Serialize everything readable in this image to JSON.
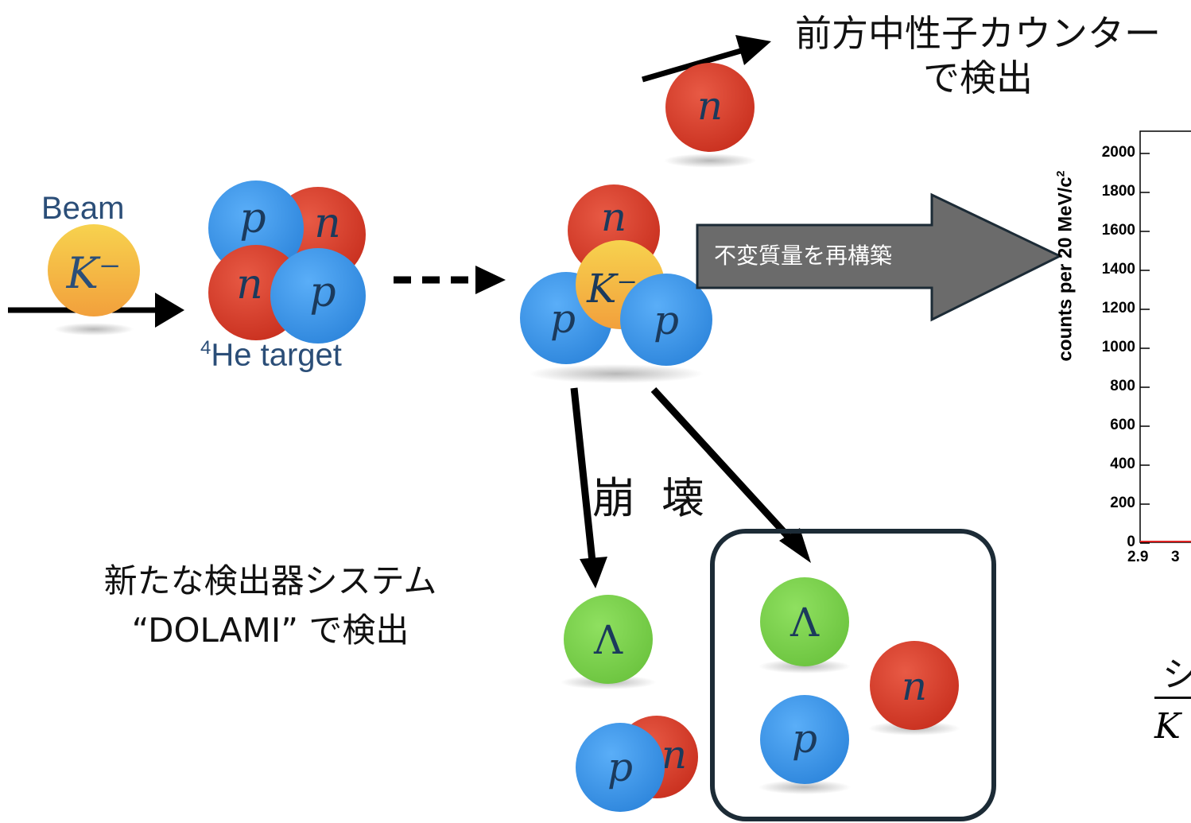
{
  "labels": {
    "top_line1": "前方中性子カウンター",
    "top_line2": "で検出",
    "left_line1": "新たな検出器システム",
    "left_line2": "“DOLAMI” で検出",
    "decay": "崩 壊",
    "beam": "Beam",
    "target_sup": "4",
    "target": "He target",
    "big_arrow": "不変質量を再構築",
    "frac_top": "シ",
    "frac_bottom": "K"
  },
  "particles": {
    "n": "n",
    "p": "p",
    "kminus": "K⁻",
    "lambda": "Λ"
  },
  "colors": {
    "neutron": "#d8392b",
    "proton": "#3f99f2",
    "kaon": "#f4b63f",
    "lambda": "#7dd34f",
    "gray_arrow": "#6b6b6b",
    "box_border": "#1c2b36"
  },
  "chart_data": {
    "type": "histogram",
    "title": "",
    "ylabel": "counts per 20 MeV/c²",
    "ylabel_main": "counts per 20 MeV/c",
    "ylabel_sup": "2",
    "ylim": [
      0,
      2000
    ],
    "yticks": [
      "2000",
      "1800",
      "1600",
      "1400",
      "1200",
      "1000",
      "800",
      "600",
      "400",
      "200",
      "0"
    ],
    "xticks": [
      "2.9",
      "3"
    ]
  }
}
